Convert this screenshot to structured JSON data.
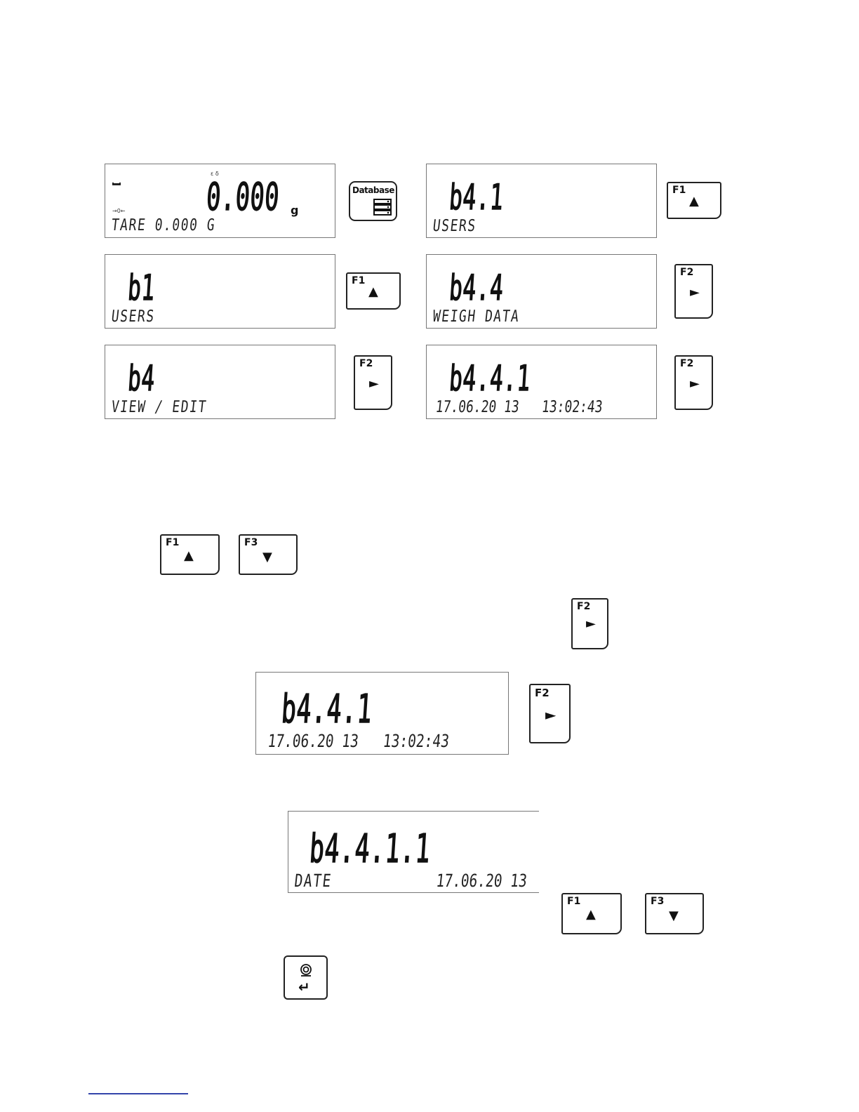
{
  "screens": {
    "s1": {
      "main": "0.000",
      "unit": "g",
      "sub": "TARE 0.000 G",
      "top_mark": "ε δ",
      "zero_mark": "→0←"
    },
    "s2": {
      "main": "b4.1",
      "sub": "USERS"
    },
    "s3": {
      "main": "b1",
      "sub": "USERS"
    },
    "s4": {
      "main": "b4.4",
      "sub": "WEIGH DATA"
    },
    "s5": {
      "main": "b4",
      "sub": "VIEW / EDIT"
    },
    "s6": {
      "main": "b4.4.1",
      "sub": "17.06.20 13   13:02:43"
    },
    "s7": {
      "main": "b4.4.1",
      "sub": "17.06.20 13   13:02:43"
    },
    "s8": {
      "main": "b4.4.1.1",
      "sub_left": "DATE",
      "sub_right": "17.06.20 13"
    }
  },
  "keys": {
    "database": "Database",
    "f1": "F1",
    "f2": "F2",
    "f3": "F3",
    "up": "▲",
    "right": "►",
    "down": "▼",
    "enter": "↵"
  }
}
